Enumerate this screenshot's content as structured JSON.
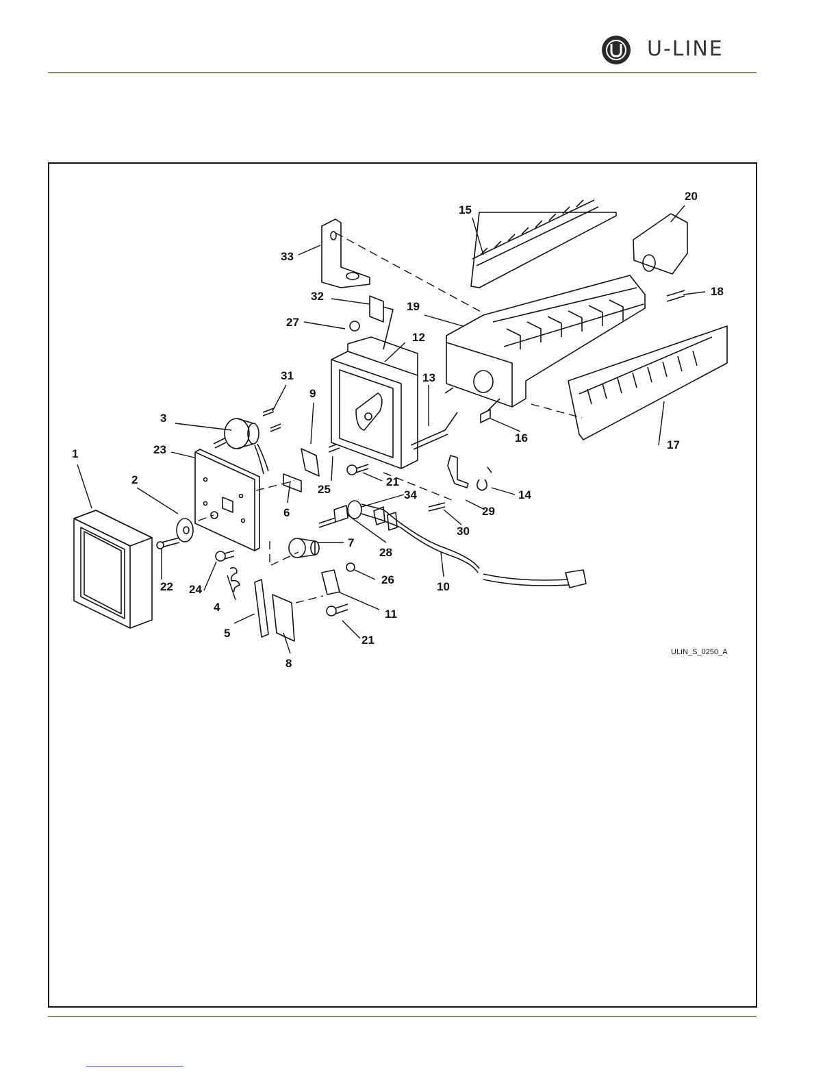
{
  "brand": {
    "name": "U-LINE",
    "logo_letter": "U"
  },
  "diagram": {
    "code": "ULIN_S_0250_A",
    "callouts": [
      "1",
      "2",
      "3",
      "4",
      "5",
      "6",
      "7",
      "8",
      "9",
      "10",
      "11",
      "12",
      "13",
      "14",
      "15",
      "16",
      "17",
      "18",
      "19",
      "20",
      "21",
      "21",
      "22",
      "23",
      "24",
      "25",
      "26",
      "27",
      "28",
      "29",
      "30",
      "31",
      "32",
      "33",
      "34"
    ]
  },
  "colors": {
    "rule": "#8a8a6a",
    "ink": "#111111",
    "link": "#3355cc"
  }
}
